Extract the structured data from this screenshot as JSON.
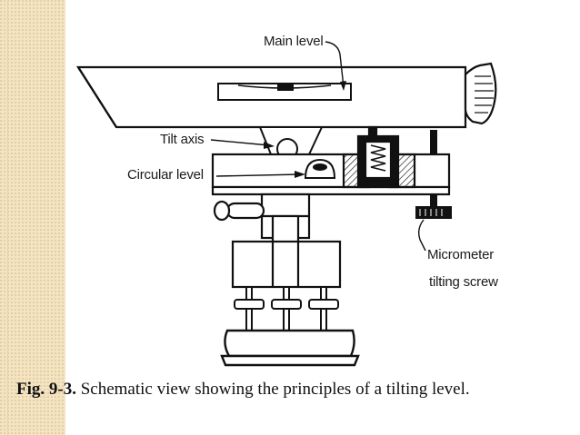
{
  "labels": {
    "main_level": "Main level",
    "tilt_axis": "Tilt axis",
    "circular_level": "Circular level",
    "micrometer_line1": "Micrometer",
    "micrometer_line2": "tilting screw"
  },
  "caption": {
    "figure": "Fig. 9-3.",
    "text": "Schematic view showing the principles of a tilting level."
  },
  "colors": {
    "side_strip": "#f4e4c1",
    "ink": "#1a1a1a"
  }
}
